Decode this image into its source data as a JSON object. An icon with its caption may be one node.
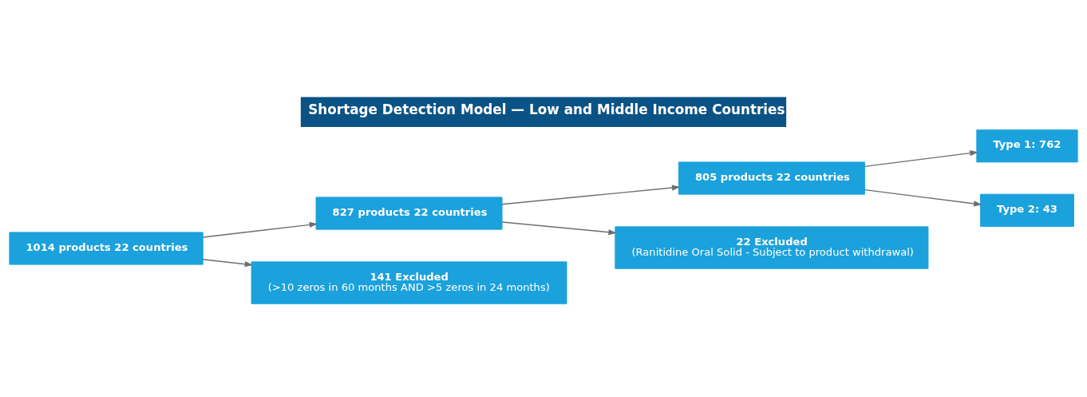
{
  "diagram": {
    "title": "Shortage Detection Model — Low and Middle Income Countries",
    "nodes": [
      {
        "text": [
          "1014 products 22 countries"
        ]
      },
      {
        "text": [
          "827 products 22 countries"
        ]
      },
      {
        "text": [
          "805 products 22 countries"
        ]
      },
      {
        "text": [
          "Type 1: 762"
        ]
      },
      {
        "text": [
          "Type 2: 43"
        ]
      },
      {
        "text": [
          "141 Excluded",
          "(>10 zeros in 60 months AND >5 zeros in 24 months)"
        ]
      },
      {
        "text": [
          "22 Excluded",
          "(Ranitidine Oral Solid - Subject to product withdrawal)"
        ]
      }
    ],
    "edges": [
      {
        "from": 0,
        "to": 1,
        "arrow": "to"
      },
      {
        "from": 0,
        "to": 5,
        "arrow": "to"
      },
      {
        "from": 1,
        "to": 2,
        "arrow": "to"
      },
      {
        "from": 1,
        "to": 6,
        "arrow": "to"
      },
      {
        "from": 2,
        "to": 3,
        "arrow": "to"
      },
      {
        "from": 2,
        "to": 4,
        "arrow": "to"
      }
    ]
  }
}
